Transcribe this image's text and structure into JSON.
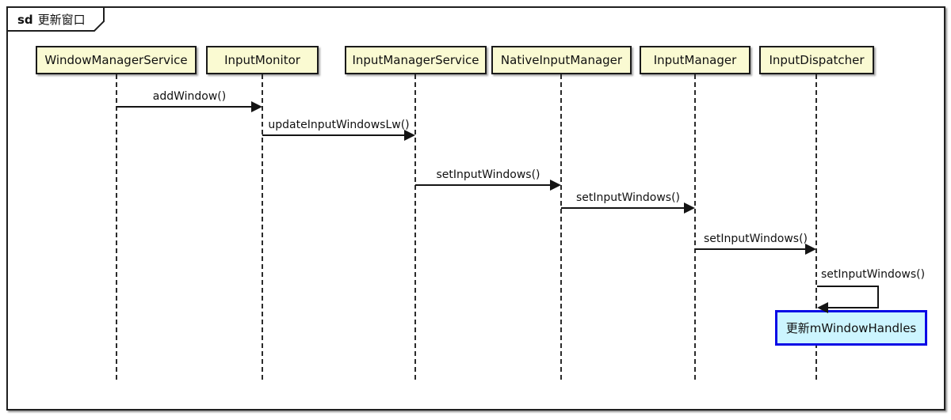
{
  "frame": {
    "tag": "sd",
    "title": "更新窗口",
    "type": "uml-sequence-diagram-frame"
  },
  "lifelines": [
    {
      "name": "WindowManagerService"
    },
    {
      "name": "InputMonitor"
    },
    {
      "name": "InputManagerService"
    },
    {
      "name": "NativeInputManager"
    },
    {
      "name": "InputManager"
    },
    {
      "name": "InputDispatcher"
    }
  ],
  "messages": [
    {
      "label": "addWindow()",
      "from": "WindowManagerService",
      "to": "InputMonitor",
      "kind": "sync"
    },
    {
      "label": "updateInputWindowsLw()",
      "from": "InputMonitor",
      "to": "InputManagerService",
      "kind": "sync"
    },
    {
      "label": "setInputWindows()",
      "from": "InputManagerService",
      "to": "NativeInputManager",
      "kind": "sync"
    },
    {
      "label": "setInputWindows()",
      "from": "NativeInputManager",
      "to": "InputManager",
      "kind": "sync"
    },
    {
      "label": "setInputWindows()",
      "from": "InputManager",
      "to": "InputDispatcher",
      "kind": "sync"
    },
    {
      "label": "setInputWindows()",
      "from": "InputDispatcher",
      "to": "InputDispatcher",
      "kind": "self"
    }
  ],
  "note": {
    "text": "更新mWindowHandles",
    "attached_to": "InputDispatcher"
  },
  "colors": {
    "lifeline_fill": "#FAFAD2",
    "lifeline_border": "#1A1A1A",
    "note_fill": "#CCF5FF",
    "note_border": "#0A0AE6",
    "line": "#141414",
    "frame_border": "#1F1F1F",
    "background": "#FFFFFF"
  }
}
